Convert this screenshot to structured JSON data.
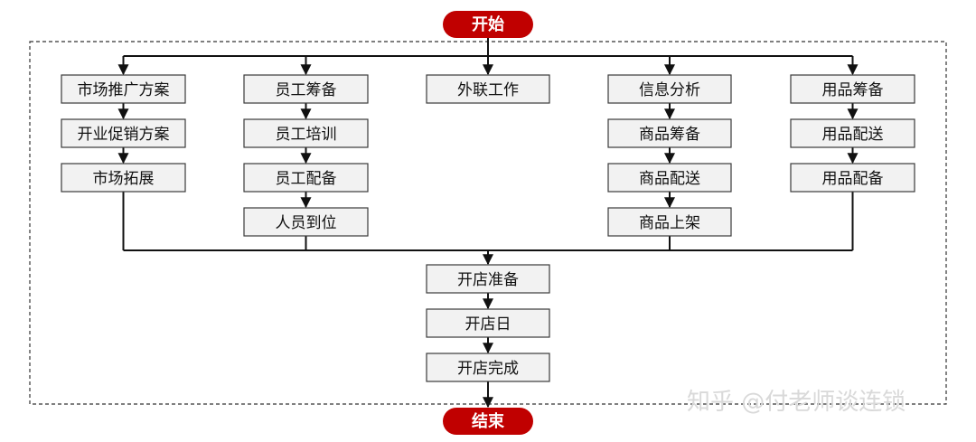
{
  "start": "开始",
  "end": "结束",
  "columns": [
    {
      "id": "market",
      "items": [
        "市场推广方案",
        "开业促销方案",
        "市场拓展"
      ]
    },
    {
      "id": "staff",
      "items": [
        "员工筹备",
        "员工培训",
        "员工配备",
        "人员到位"
      ]
    },
    {
      "id": "external",
      "items": [
        "外联工作"
      ]
    },
    {
      "id": "goods",
      "items": [
        "信息分析",
        "商品筹备",
        "商品配送",
        "商品上架"
      ]
    },
    {
      "id": "supplies",
      "items": [
        "用品筹备",
        "用品配送",
        "用品配备"
      ]
    }
  ],
  "final_steps": [
    "开店准备",
    "开店日",
    "开店完成"
  ],
  "watermark": "知乎 @付老师谈连锁",
  "colors": {
    "pill": "#c00000",
    "box_fill": "#f2f2f2",
    "line": "#111111"
  }
}
